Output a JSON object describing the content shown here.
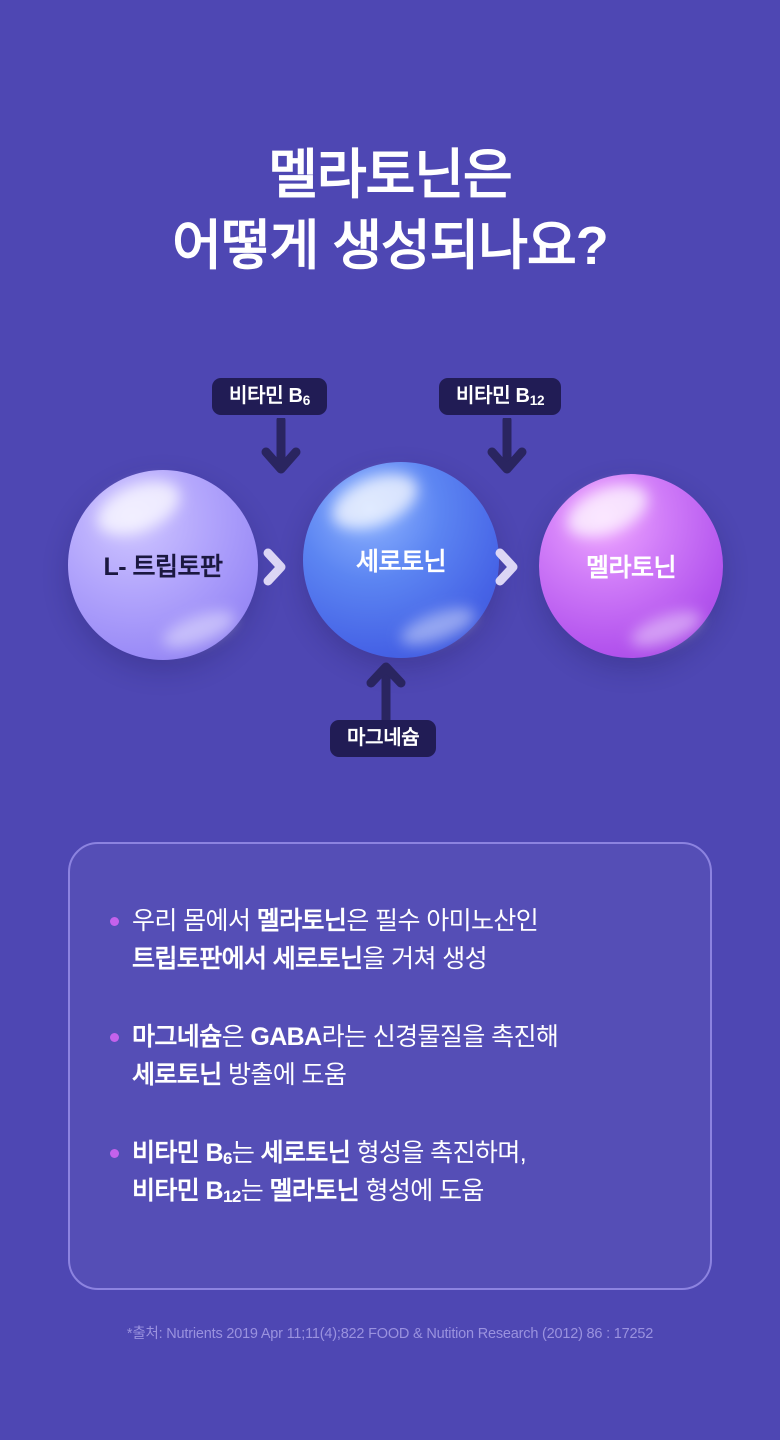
{
  "background_color": "#4E47B3",
  "title": {
    "line1": "멜라토닌은",
    "line2": "어떻게 생성되나요?"
  },
  "diagram": {
    "badges": [
      {
        "id": "vitamin-b6",
        "text": "비타민 B",
        "sub": "6"
      },
      {
        "id": "vitamin-b12",
        "text": "비타민 B",
        "sub": "12"
      },
      {
        "id": "magnesium",
        "text": "마그네슘",
        "sub": ""
      }
    ],
    "spheres": [
      {
        "id": "l-tryptophan",
        "label": "L- 트립토판",
        "color": "#A99CFC",
        "text_color": "#1B1840"
      },
      {
        "id": "serotonin",
        "label": "세로토닌",
        "color": "#4D6BE8",
        "text_color": "#FFFFFF"
      },
      {
        "id": "melatonin",
        "label": "멜라토닌",
        "color": "#B55CF0",
        "text_color": "#FFFFFF"
      }
    ],
    "arrow_color": "#2A2560",
    "badge_color": "#211C55",
    "chevron_color": "#DCD6F5"
  },
  "info_card": {
    "border_color": "#8C83E0",
    "bullet_color": "#C462EC",
    "bullets": [
      {
        "id": "bullet-melatonin-production",
        "html": "우리 몸에서 <b>멜라토닌</b>은 필수 아미노산인<br><b>트립토판에서 세로토닌</b>을 거쳐 생성"
      },
      {
        "id": "bullet-magnesium-gaba",
        "html": "<b>마그네슘</b>은 <b>GABA</b>라는 신경물질을 촉진해<br><b>세로토닌</b> 방출에 도움"
      },
      {
        "id": "bullet-vitamins",
        "html": "<b>비타민 B<sub>6</sub></b>는 <b>세로토닌</b> 형성을 촉진하며,<br><b>비타민 B<sub>12</sub></b>는 <b>멜라토닌</b> 형성에 도움"
      }
    ]
  },
  "footnote": {
    "text": "*출처: Nutrients 2019 Apr 11;11(4);822 FOOD &  Nutition Research (2012) 86 : 17252"
  }
}
